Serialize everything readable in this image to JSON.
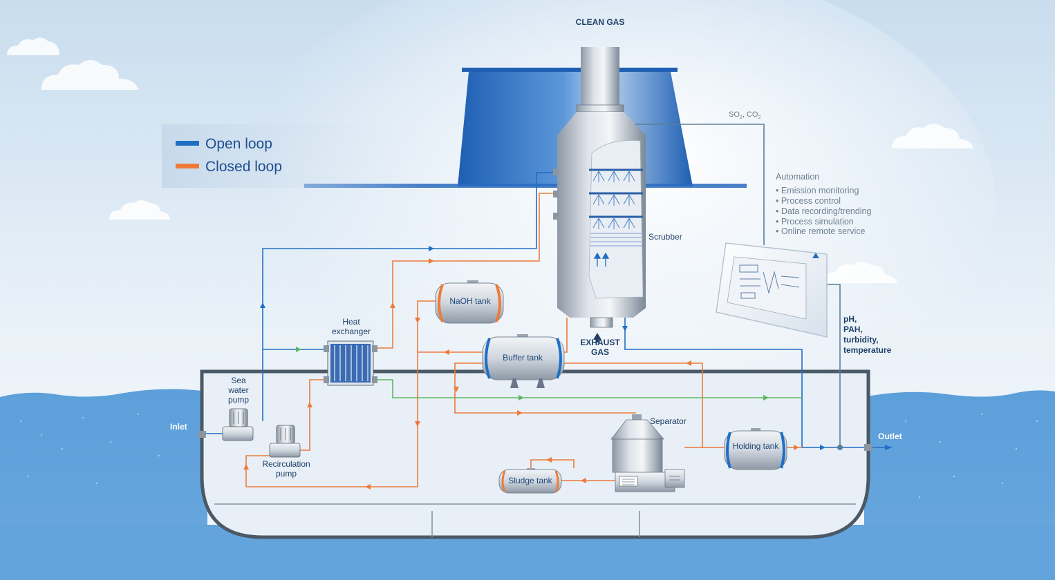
{
  "labels": {
    "clean_gas": "CLEAN GAS",
    "scrubber": "Scrubber",
    "exhaust_line1": "EXHAUST",
    "exhaust_line2": "GAS",
    "heat_exchanger_line1": "Heat",
    "heat_exchanger_line2": "exchanger",
    "naoh_tank": "NaOH tank",
    "buffer_tank": "Buffer tank",
    "sea_water_pump_line1": "Sea",
    "sea_water_pump_line2": "water",
    "sea_water_pump_line3": "pump",
    "recirculation_pump_line1": "Recirculation",
    "recirculation_pump_line2": "pump",
    "separator": "Separator",
    "holding_tank": "Holding tank",
    "sludge_tank": "Sludge tank",
    "inlet": "Inlet",
    "outlet": "Outlet",
    "so2": "SO",
    "so2_sub": "2",
    "co2": ", CO",
    "co2_sub": "2",
    "sensors": [
      "pH,",
      "PAH,",
      "turbidity,",
      "temperature"
    ]
  },
  "legend": {
    "open_loop": "Open loop",
    "closed_loop": "Closed loop"
  },
  "automation": {
    "title": "Automation",
    "items": [
      "• Emission monitoring",
      "• Process control",
      "• Data recording/trending",
      "• Process simulation",
      "• Online remote service"
    ]
  },
  "colors": {
    "open_loop": "#1f6fc4",
    "closed_loop": "#ee7a3a",
    "green_line": "#5cb85c",
    "sea": "#5b9fd9",
    "hull": "#e6eef6",
    "hull_stroke": "#4a5866",
    "funnel": "#2a6bc0"
  }
}
